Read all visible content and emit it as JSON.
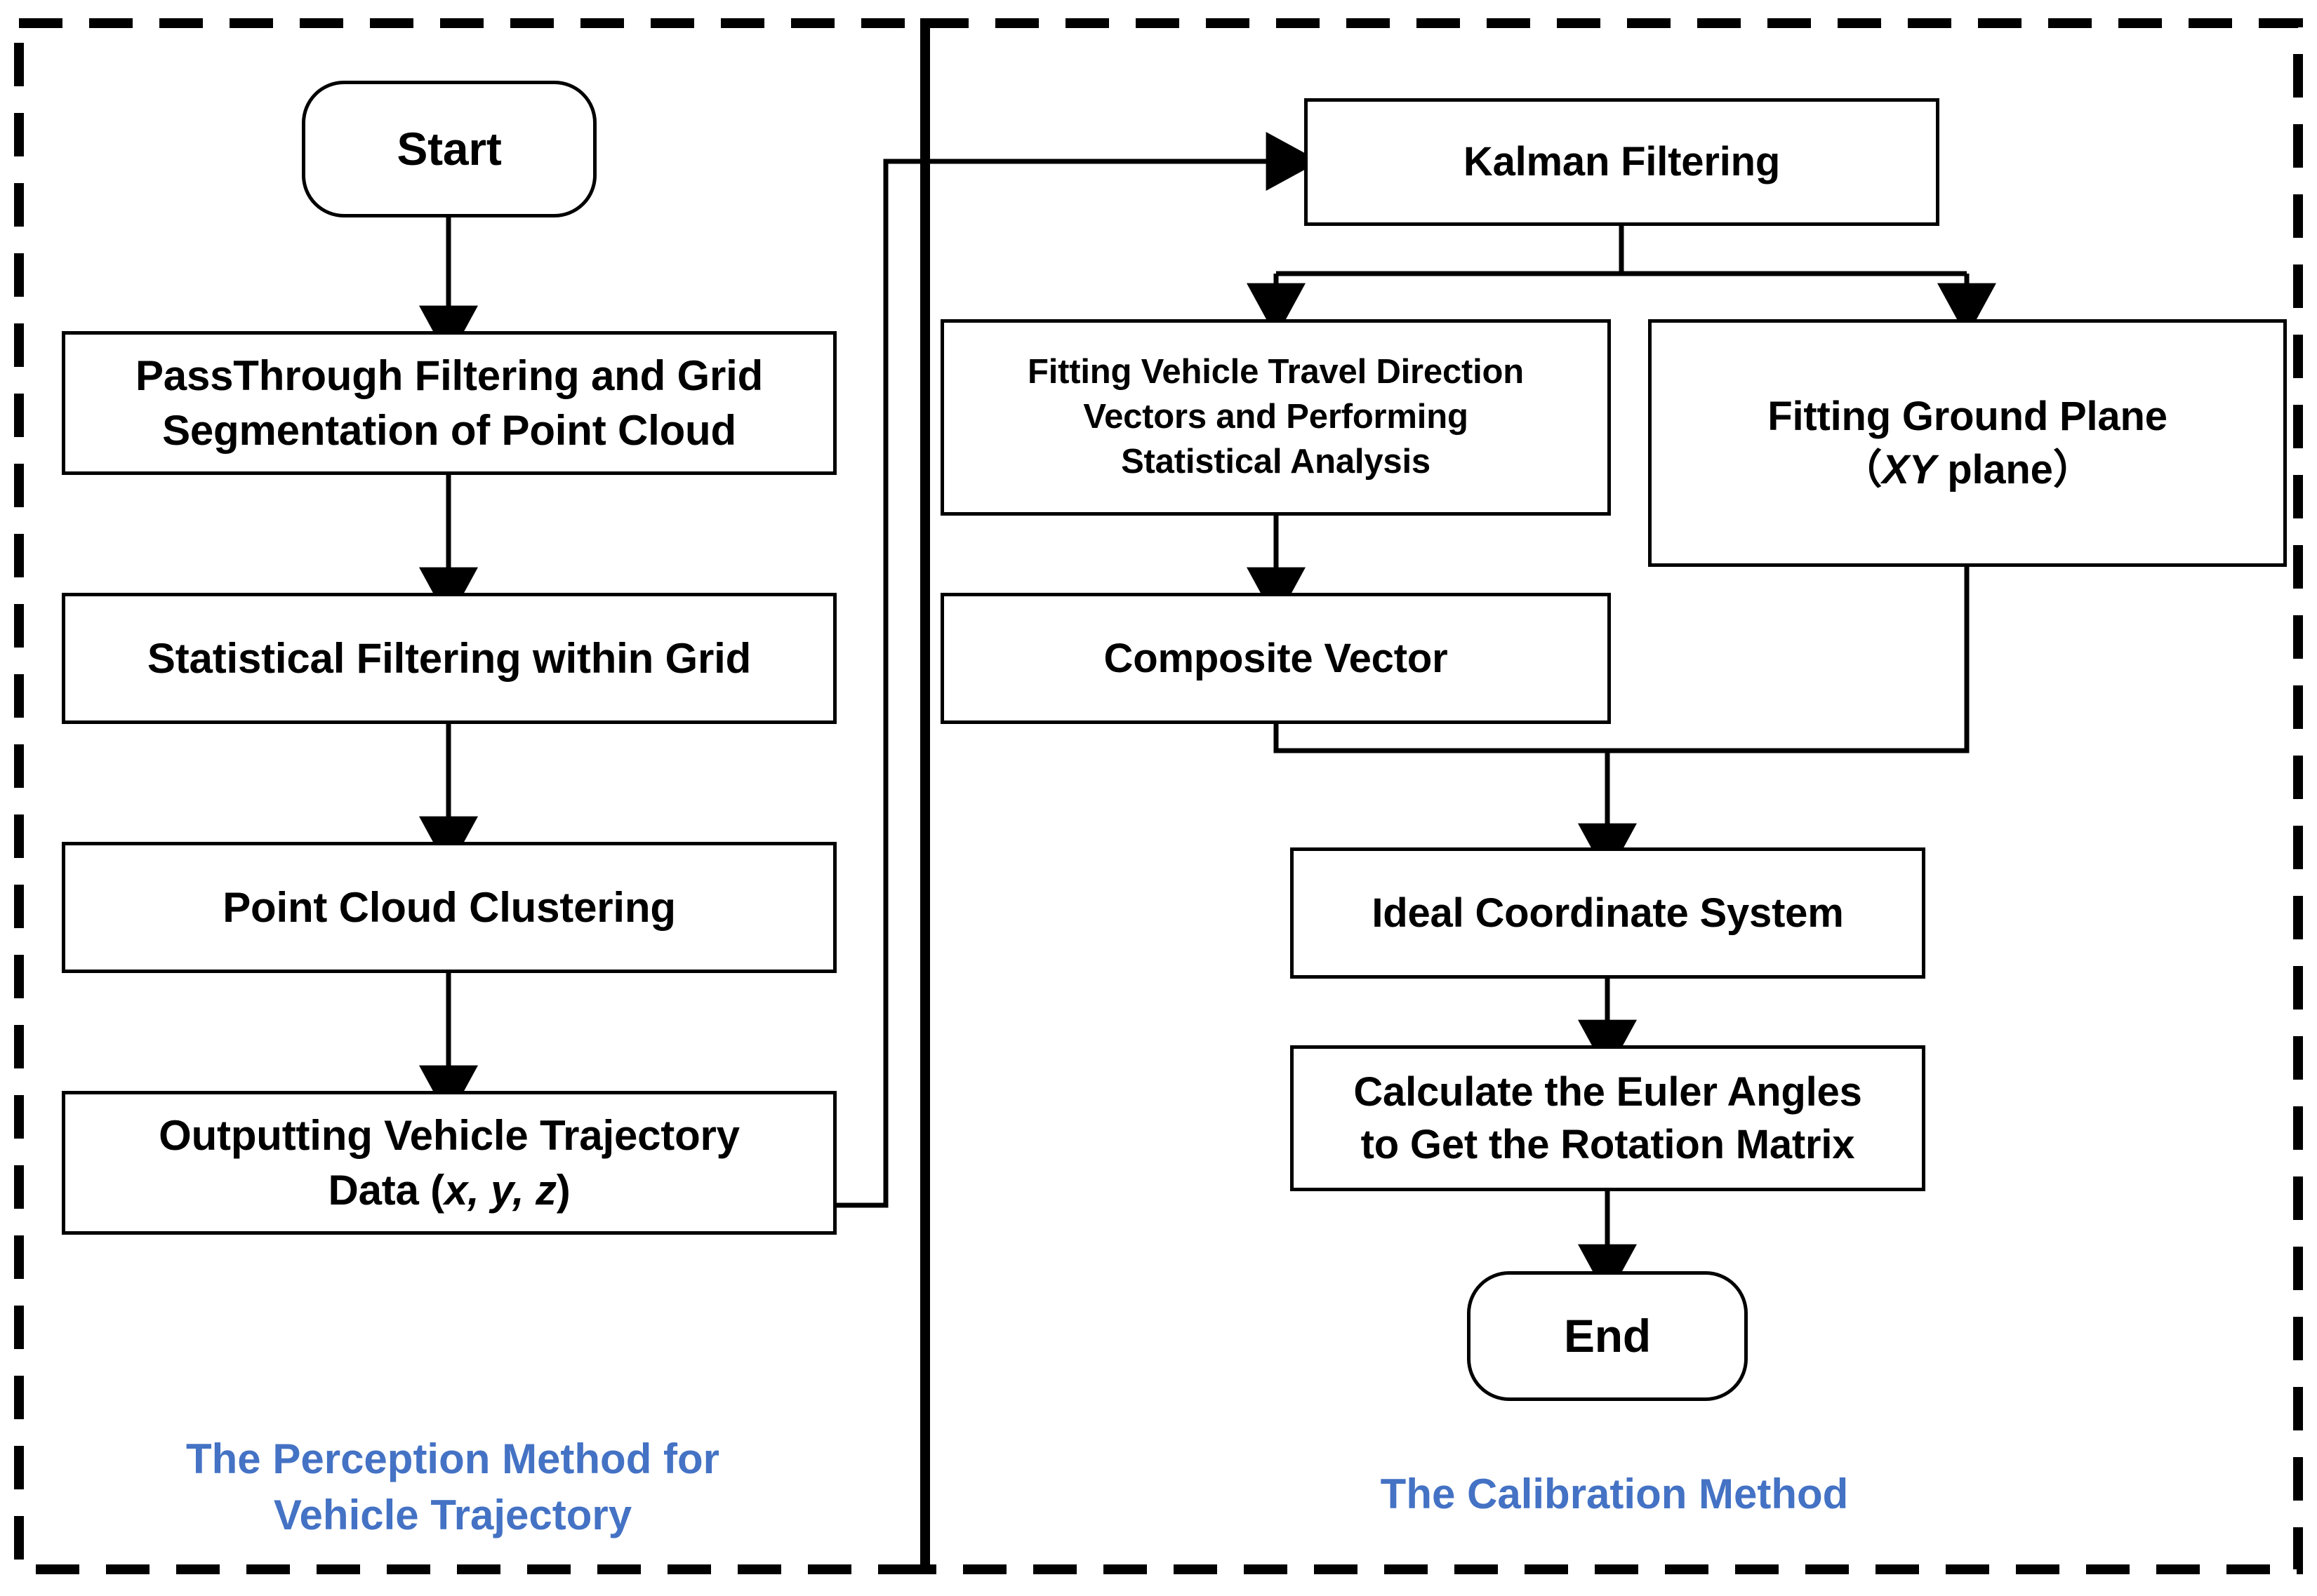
{
  "diagram": {
    "type": "flowchart",
    "accent_color": "#4472C4",
    "line_color": "#000000",
    "background": "#ffffff",
    "panels": [
      {
        "id": "perception",
        "label_line1": "The Perception Method for",
        "label_line2": "Vehicle Trajectory"
      },
      {
        "id": "calibration",
        "label_line1": "The Calibration Method",
        "label_line2": ""
      }
    ]
  },
  "nodes": {
    "start": {
      "label": "Start",
      "shape": "rounded"
    },
    "passthrough": {
      "line1": "PassThrough Filtering and Grid",
      "line2": "Segmentation of Point Cloud",
      "shape": "rect"
    },
    "statistical_filtering": {
      "label": "Statistical Filtering within Grid",
      "shape": "rect"
    },
    "clustering": {
      "label": "Point Cloud Clustering",
      "shape": "rect"
    },
    "output_trajectory": {
      "line1": "Outputting Vehicle Trajectory",
      "line2_pre": "Data (",
      "line2_vars": "x, y, z",
      "line2_post": ")",
      "shape": "rect"
    },
    "kalman": {
      "label": "Kalman Filtering",
      "shape": "rect"
    },
    "fitting_vectors": {
      "line1": "Fitting Vehicle Travel Direction",
      "line2": "Vectors and Performing",
      "line3": "Statistical Analysis",
      "shape": "rect"
    },
    "ground_plane": {
      "line1": "Fitting Ground Plane",
      "line2_pre": "（",
      "line2_vars": "XY",
      "line2_post": " plane）",
      "shape": "rect"
    },
    "composite_vector": {
      "label": "Composite Vector",
      "shape": "rect"
    },
    "ideal_coord": {
      "label": "Ideal Coordinate System",
      "shape": "rect"
    },
    "euler": {
      "line1": "Calculate the Euler Angles",
      "line2": "to Get the Rotation Matrix",
      "shape": "rect"
    },
    "end": {
      "label": "End",
      "shape": "rounded"
    }
  },
  "edges": [
    {
      "from": "start",
      "to": "passthrough"
    },
    {
      "from": "passthrough",
      "to": "statistical_filtering"
    },
    {
      "from": "statistical_filtering",
      "to": "clustering"
    },
    {
      "from": "clustering",
      "to": "output_trajectory"
    },
    {
      "from": "output_trajectory",
      "to": "kalman"
    },
    {
      "from": "kalman",
      "to": "fitting_vectors"
    },
    {
      "from": "kalman",
      "to": "ground_plane"
    },
    {
      "from": "fitting_vectors",
      "to": "composite_vector"
    },
    {
      "from": "composite_vector",
      "to": "ideal_coord"
    },
    {
      "from": "ground_plane",
      "to": "ideal_coord"
    },
    {
      "from": "ideal_coord",
      "to": "euler"
    },
    {
      "from": "euler",
      "to": "end"
    }
  ]
}
